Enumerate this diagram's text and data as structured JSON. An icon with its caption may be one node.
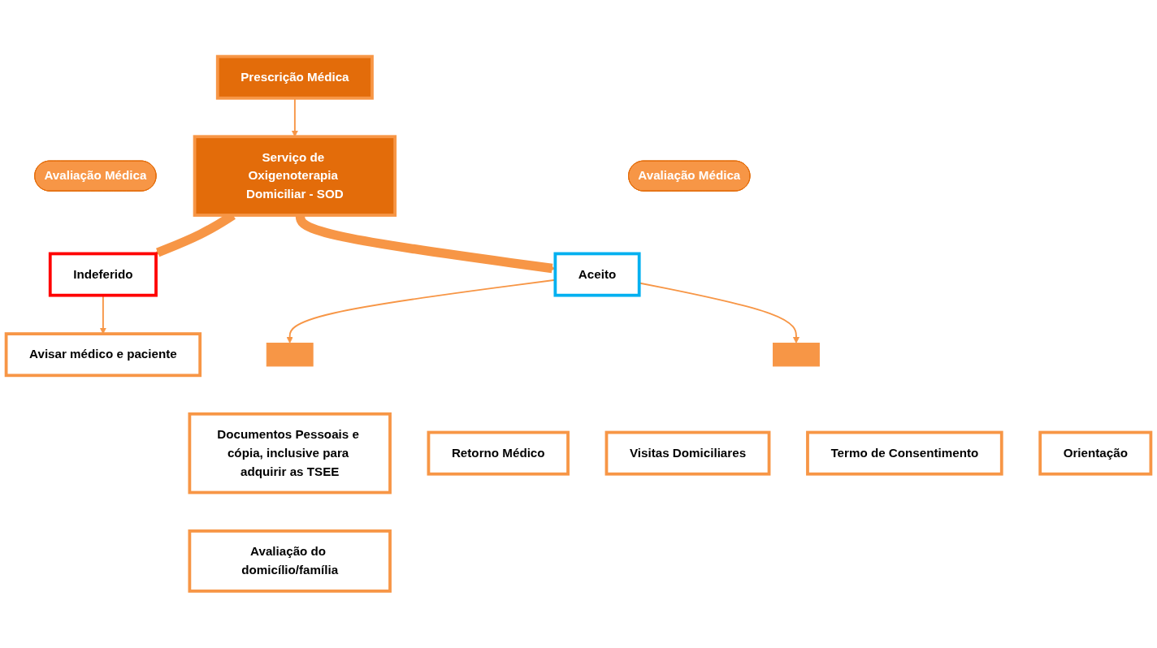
{
  "diagram": {
    "nodes": [
      {
        "text": [
          "Prescrição Médica"
        ]
      },
      {
        "text": [
          "Avaliação Médica"
        ]
      },
      {
        "text": [
          "Serviço de Oxigenoterapia Domiciliar - SOD"
        ]
      },
      {
        "text": [
          "Avaliação Médica"
        ]
      },
      {
        "text": [
          "Indeferido"
        ]
      },
      {
        "text": [
          "Aceito"
        ]
      },
      {
        "text": [
          "Avisar médico e paciente"
        ]
      },
      {
        "text": [],
        "shape": "bar"
      },
      {
        "text": [
          "Documentos Pessoais e cópia, inclusive para adquirir as TSEE"
        ]
      },
      {
        "text": [
          "Avaliação do domicílio/família"
        ]
      },
      {
        "text": [],
        "shape": "bar"
      },
      {
        "text": [
          "Retorno Médico"
        ]
      },
      {
        "text": [
          "Visitas Domiciliares"
        ]
      },
      {
        "text": [
          "Termo de Consentimento"
        ]
      },
      {
        "text": [
          "Orientação"
        ]
      }
    ],
    "edges": [
      {
        "from": 0,
        "to": 2,
        "arrow": "to"
      },
      {
        "from": 2,
        "to": 4,
        "arrow": "to",
        "style": "thick"
      },
      {
        "from": 2,
        "to": 5,
        "arrow": "to",
        "style": "thick"
      },
      {
        "from": 4,
        "to": 6,
        "arrow": "to"
      },
      {
        "from": 5,
        "to": 7,
        "arrow": "to"
      },
      {
        "from": 5,
        "to": 10,
        "arrow": "to"
      }
    ]
  }
}
